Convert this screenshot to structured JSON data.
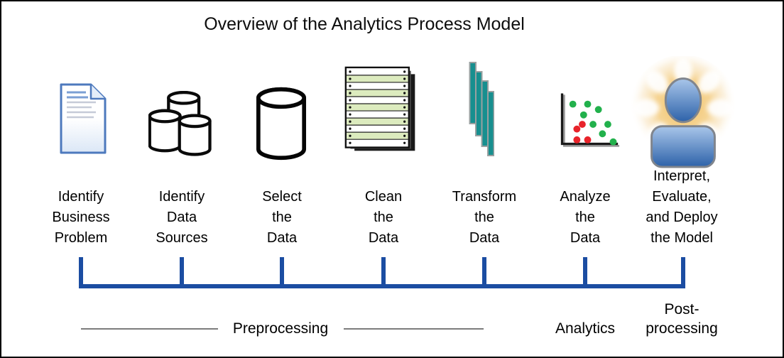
{
  "title": "Overview of the Analytics Process Model",
  "steps": [
    {
      "icon": "document-icon",
      "label": "Identify\nBusiness\nProblem"
    },
    {
      "icon": "databases-icon",
      "label": "Identify\nData\nSources"
    },
    {
      "icon": "database-icon",
      "label": "Select\nthe\nData"
    },
    {
      "icon": "data-sheet-stack-icon",
      "label": "Clean\nthe\nData"
    },
    {
      "icon": "staggered-bars-icon",
      "label": "Transform\nthe\nData"
    },
    {
      "icon": "scatter-plot-icon",
      "label": "Analyze\nthe\nData"
    },
    {
      "icon": "insight-person-icon",
      "label": "Interpret,\nEvaluate,\nand Deploy\nthe Model"
    }
  ],
  "phases": [
    {
      "label": "Preprocessing"
    },
    {
      "label": "Analytics"
    },
    {
      "label": "Post-\nprocessing"
    }
  ],
  "colors": {
    "bracket_blue": "#1b4da2",
    "teal_bar": "#178f8f",
    "scatter_green": "#22b14c",
    "scatter_red": "#e8232a",
    "sheet_row_green": "#dcebbe",
    "person_blue": "#2d62a9",
    "glow_orange": "#f3c979",
    "document_blue": "#4d79bd",
    "divider_gray": "#7c7c7c"
  }
}
